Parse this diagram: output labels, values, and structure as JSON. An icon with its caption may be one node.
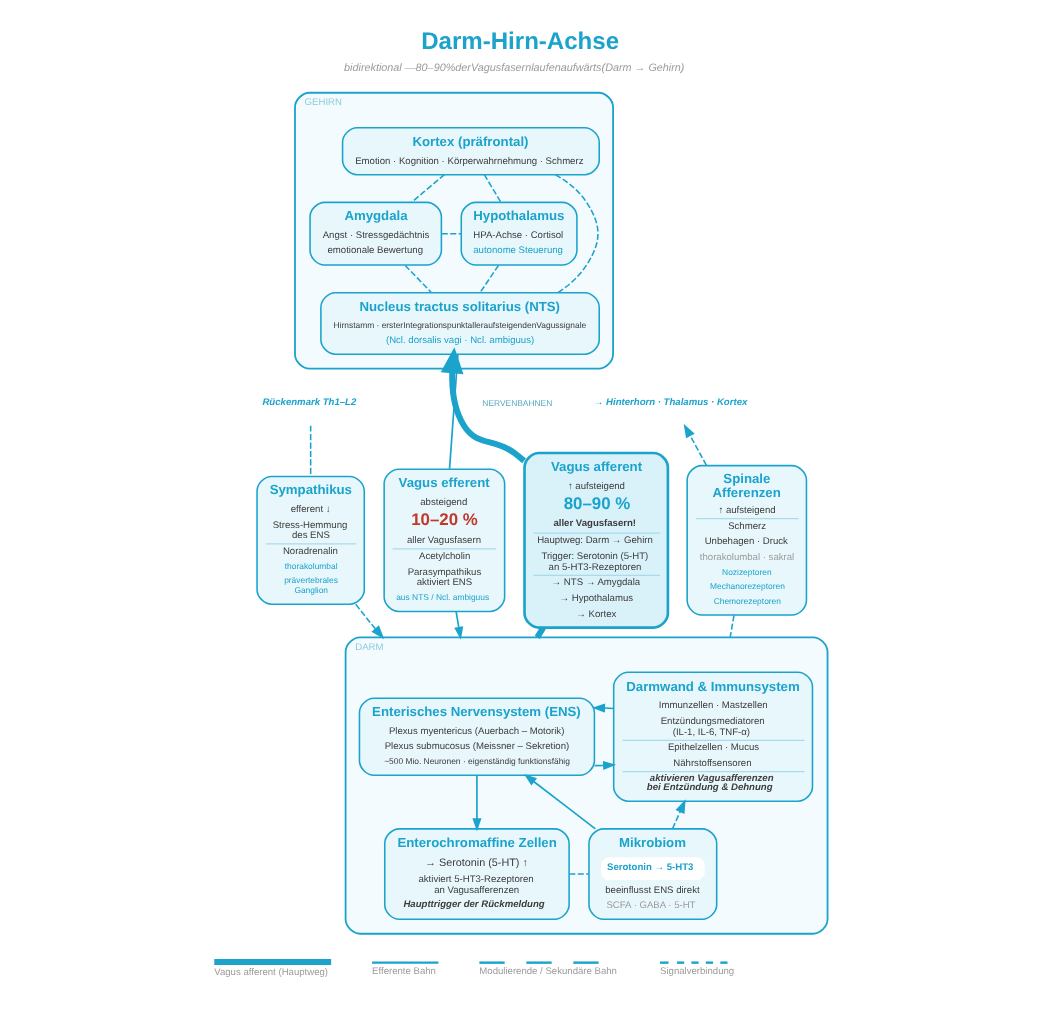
{
  "diagram": {
    "title": "Darm-Hirn-Achse",
    "caption": "bidirektional —80–90%derVagusfasernlaufenaufwärts(Darm → Gehirn)",
    "nodes": [
      {
        "text": [
          "GEHIRN"
        ]
      },
      {
        "text": [
          "Kortex (präfrontal)",
          "Emotion · Kognition · Körperwahrnehmung · Schmerz"
        ],
        "in": 0
      },
      {
        "text": [
          "Amygdala",
          "Angst · Stressgedächtnis",
          "emotionale Bewertung"
        ],
        "in": 0
      },
      {
        "text": [
          "Hypothalamus",
          "HPA-Achse · Cortisol",
          "autonome Steuerung"
        ],
        "in": 0
      },
      {
        "text": [
          "Nucleus tractus solitarius (NTS)",
          "Hirnstamm · ersterIntegrationspunktalleraufsteigendenVagussignale",
          "(Ncl. dorsalis vagi · Ncl. ambiguus)"
        ],
        "in": 0
      },
      {
        "text": [
          "Rückenmark Th1–L2"
        ]
      },
      {
        "text": [
          "→ Hinterhorn · Thalamus · Kortex"
        ]
      },
      {
        "text": [
          "Sympathikus",
          "efferent ↓",
          "Stress-Hemmung des ENS",
          "Noradrenalin",
          "thorakolumbal",
          "prävertebrales Ganglion"
        ]
      },
      {
        "text": [
          "Vagus efferent",
          "absteigend",
          "10–20 %",
          "aller Vagusfasern",
          "Acetylcholin",
          "Parasympathikus aktiviert ENS",
          "aus NTS / Ncl. ambiguus"
        ]
      },
      {
        "text": [
          "Vagus afferent",
          "↑ aufsteigend",
          "80–90 %",
          "aller Vagusfasern!",
          "Hauptweg: Darm → Gehirn",
          "Trigger: Serotonin (5-HT) an 5-HT3-Rezeptoren",
          "→ NTS → Amygdala",
          "→ Hypothalamus",
          "→ Kortex"
        ]
      },
      {
        "text": [
          "Spinale Afferenzen",
          "↑ aufsteigend",
          "Schmerz",
          "Unbehagen · Druck",
          "thorakolumbal · sakral",
          "Nozizeptoren",
          "Mechanorezeptoren",
          "Chemorezeptoren"
        ]
      },
      {
        "text": [
          "DARM"
        ]
      },
      {
        "text": [
          "Enterisches Nervensystem (ENS)",
          "Plexus myentericus (Auerbach – Motorik)",
          "Plexus submucosus (Meissner – Sekretion)",
          "~500 Mio. Neuronen · eigenständig funktionsfähig"
        ],
        "in": 11
      },
      {
        "text": [
          "Darmwand & Immunsystem",
          "Immunzellen · Mastzellen",
          "Entzündungsmediatoren (IL-1, IL-6, TNF-α)",
          "Epithelzellen · Mucus",
          "Nährstoffsensoren",
          "aktivieren Vagusafferenzen bei Entzündung & Dehnung"
        ],
        "in": 11
      },
      {
        "text": [
          "Enterochromaffine Zellen",
          "→ Serotonin (5-HT) ↑",
          "aktiviert 5-HT3-Rezeptoren an Vagusafferenzen",
          "Haupttrigger der Rückmeldung"
        ],
        "in": 11
      },
      {
        "text": [
          "Mikrobiom",
          "Serotonin → 5-HT3",
          "beeinflusst ENS direkt",
          "SCFA · GABA · 5-HT"
        ],
        "in": 11
      }
    ],
    "edges": [
      {
        "from": 1,
        "to": 2,
        "arrow": "none",
        "style": "dashed"
      },
      {
        "from": 1,
        "to": 3,
        "arrow": "none",
        "style": "dashed"
      },
      {
        "from": 1,
        "to": 4,
        "arrow": "none",
        "style": "dashed"
      },
      {
        "from": 2,
        "to": 3,
        "arrow": "none",
        "style": "dashed"
      },
      {
        "from": 2,
        "to": 4,
        "arrow": "none",
        "style": "dashed"
      },
      {
        "from": 3,
        "to": 4,
        "arrow": "none",
        "style": "dashed"
      },
      {
        "from": 5,
        "to": 7,
        "arrow": "none",
        "style": "dashed"
      },
      {
        "from": 7,
        "to": 11,
        "arrow": "to",
        "style": "dashed"
      },
      {
        "from": 4,
        "to": 8,
        "arrow": "none"
      },
      {
        "from": 8,
        "to": 11,
        "arrow": "to"
      },
      {
        "from": 9,
        "to": 4,
        "arrow": "to",
        "style": "thick"
      },
      {
        "from": 9,
        "to": 11,
        "arrow": "none",
        "style": "thick"
      },
      {
        "from": 10,
        "to": 6,
        "arrow": "to",
        "style": "dashed"
      },
      {
        "from": 10,
        "to": 11,
        "arrow": "none",
        "style": "dashed"
      },
      {
        "from": 12,
        "to": 14,
        "arrow": "to"
      },
      {
        "from": 15,
        "to": 12,
        "arrow": "to"
      },
      {
        "from": 12,
        "to": 13,
        "arrow": "to"
      },
      {
        "from": 13,
        "to": 12,
        "arrow": "to"
      },
      {
        "from": 14,
        "to": 15,
        "arrow": "none",
        "style": "dashed"
      },
      {
        "from": 15,
        "to": 13,
        "arrow": "to",
        "style": "dashed"
      }
    ],
    "labels": [
      "NERVENBAHNEN"
    ],
    "legend": [
      {
        "text": "Vagus afferent (Hauptweg)"
      },
      {
        "text": "Efferente Bahn"
      },
      {
        "text": "Modulierende / Sekundäre Bahn"
      },
      {
        "text": "Signalverbindung"
      }
    ]
  }
}
